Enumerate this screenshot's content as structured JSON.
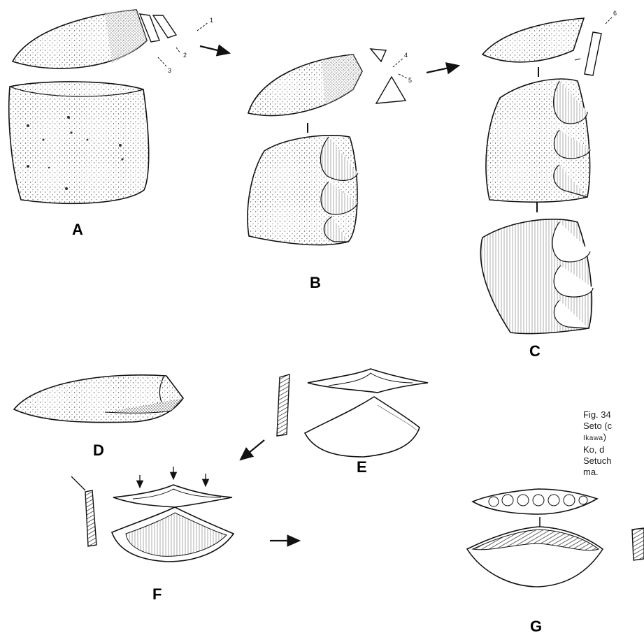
{
  "panel_labels": {
    "a": "A",
    "b": "B",
    "c": "C",
    "d": "D",
    "e": "E",
    "f": "F",
    "g": "G"
  },
  "flake_numbers": [
    "1",
    "2",
    "3",
    "4",
    "5",
    "6"
  ],
  "caption": {
    "line1": "Fig. 34",
    "line2": "Seto (c",
    "line3_sc": "Ikawa",
    "line3_rest": ")",
    "line4": "Ko, d",
    "line5": "Setuch",
    "line6": "ma."
  },
  "colors": {
    "ink": "#111111",
    "stipple": "#555555",
    "background": "#ffffff"
  }
}
